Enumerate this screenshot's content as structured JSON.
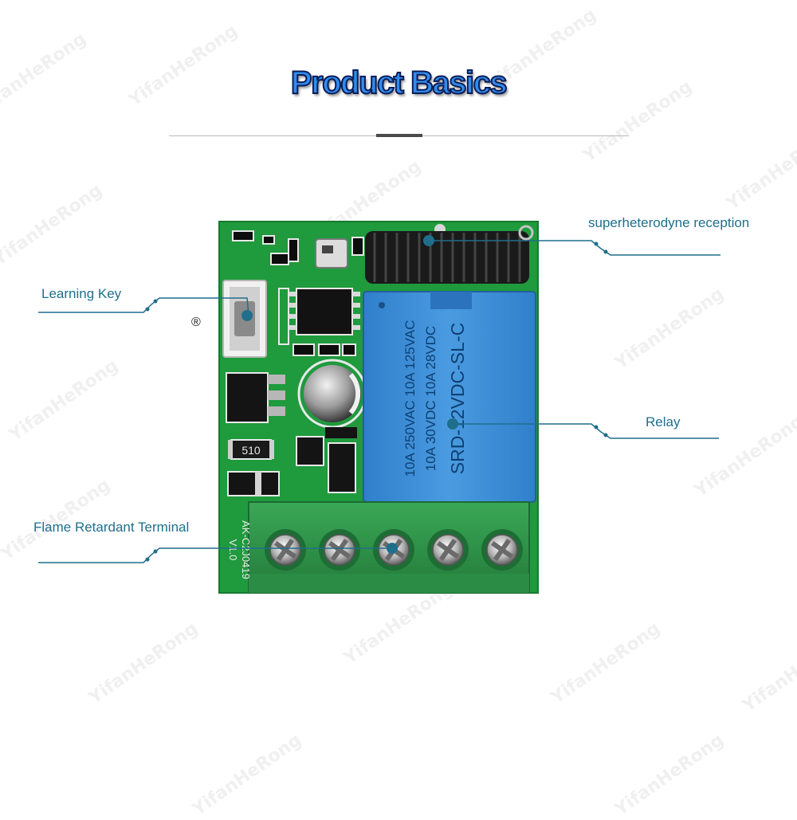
{
  "header": {
    "title": "Product Basics"
  },
  "watermark": {
    "text": "YifanHeRong"
  },
  "callouts": {
    "learning_key": "Learning Key",
    "registered_mark": "®",
    "superheterodyne": "superheterodyne reception",
    "relay": "Relay",
    "terminal": "Flame Retardant Terminal"
  },
  "board": {
    "resistor_code": "510",
    "model_text": "AK-C2J0419",
    "version_text": "V1.0",
    "relay": {
      "line1": "10A 250VAC  10A 125VAC",
      "line2": "10A 30VDC  10A 28VDC",
      "line3": "SRD-12VDC-SL-C"
    },
    "terminal_count": 5
  },
  "colors": {
    "title_fill": "#2e8df0",
    "title_outline": "#0b1c55",
    "pcb_green": "#1f9a3d",
    "relay_blue": "#3b8fd6",
    "terminal_green": "#2f9a4b",
    "callout_line": "#1f6f8c"
  }
}
